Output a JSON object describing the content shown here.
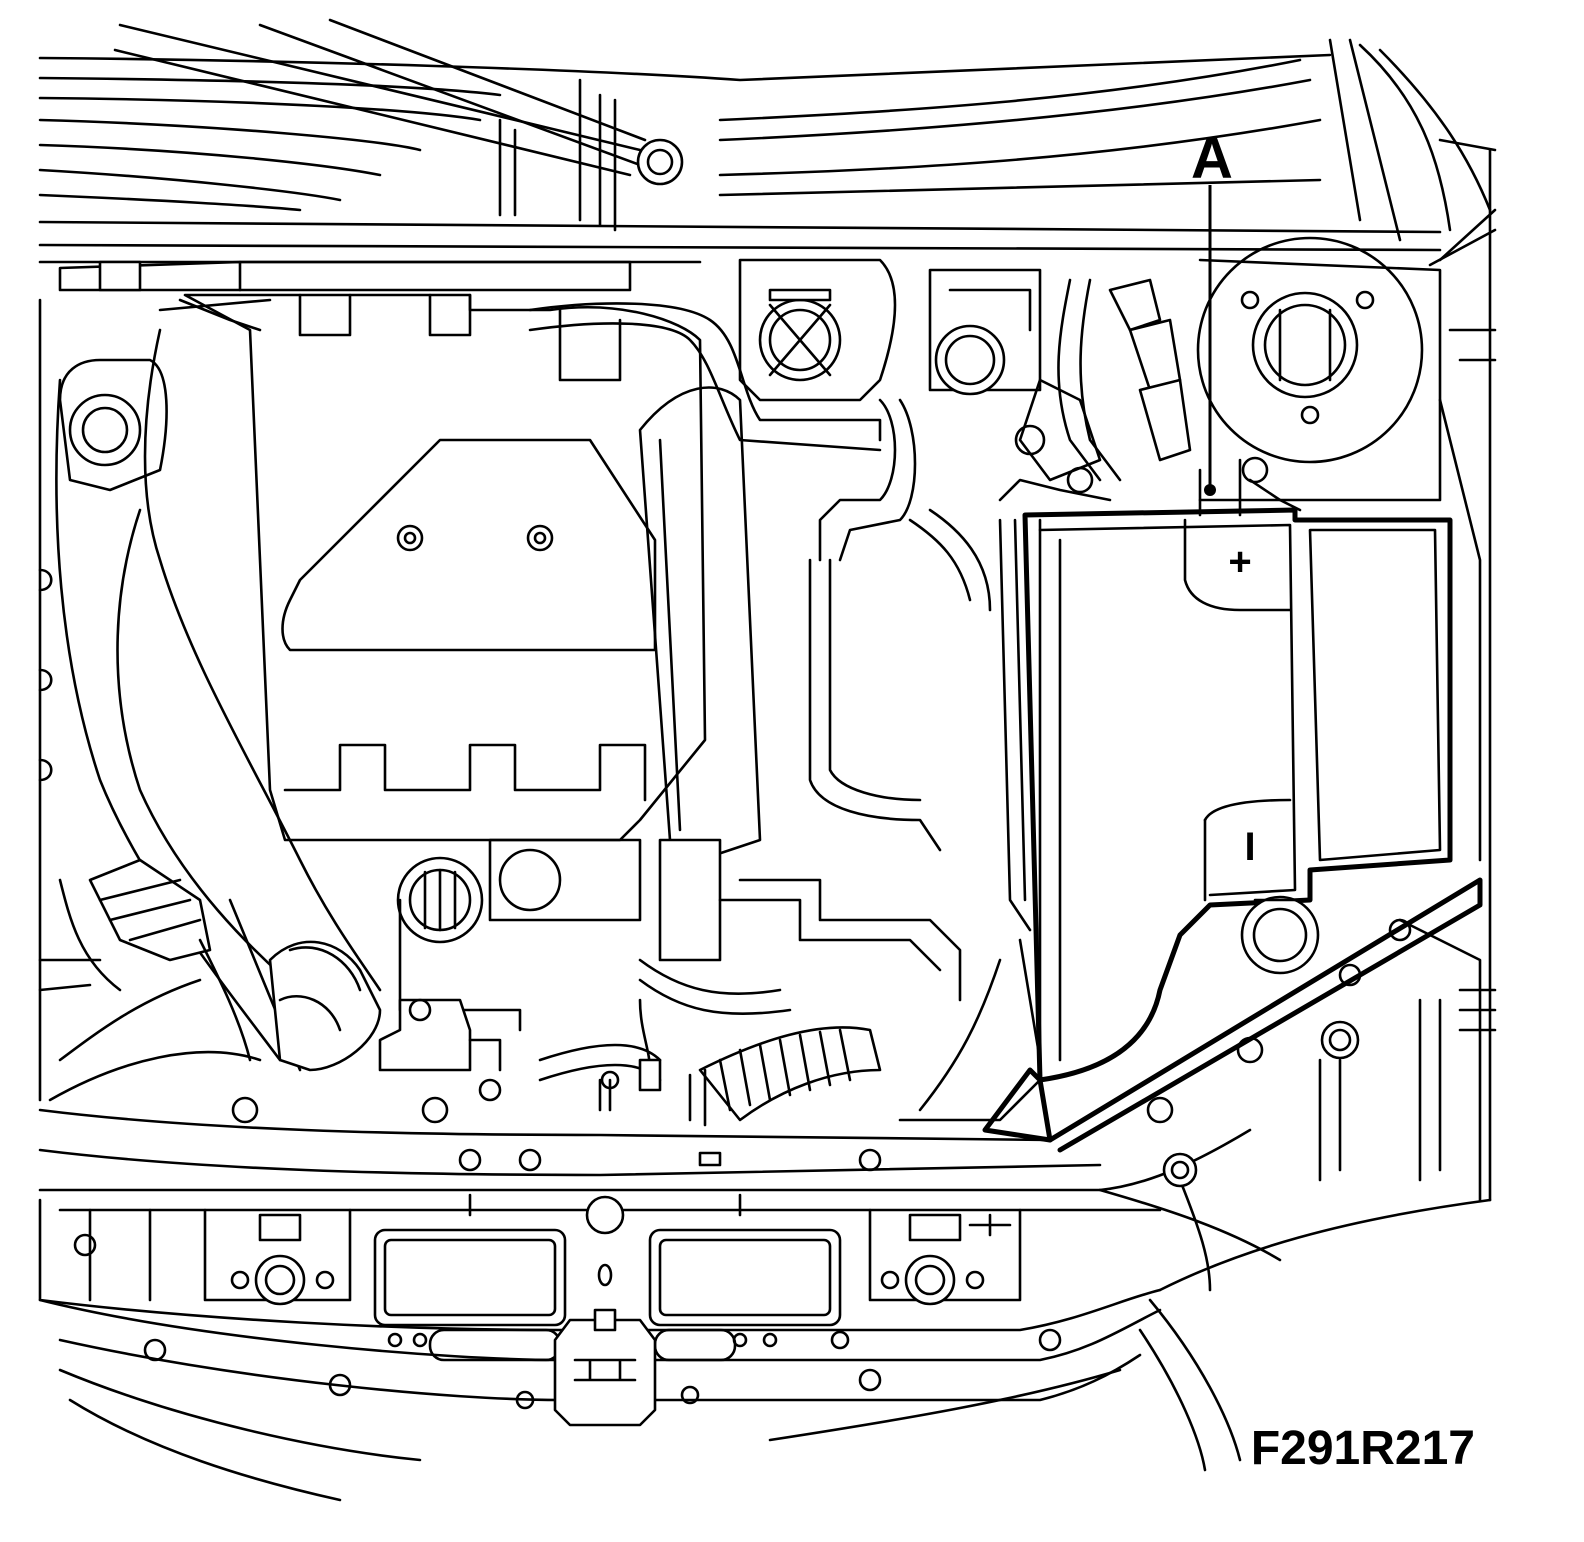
{
  "callouts": {
    "a": "A"
  },
  "battery": {
    "positive_symbol": "+",
    "negative_symbol": "I"
  },
  "figure_id": "F291R217"
}
